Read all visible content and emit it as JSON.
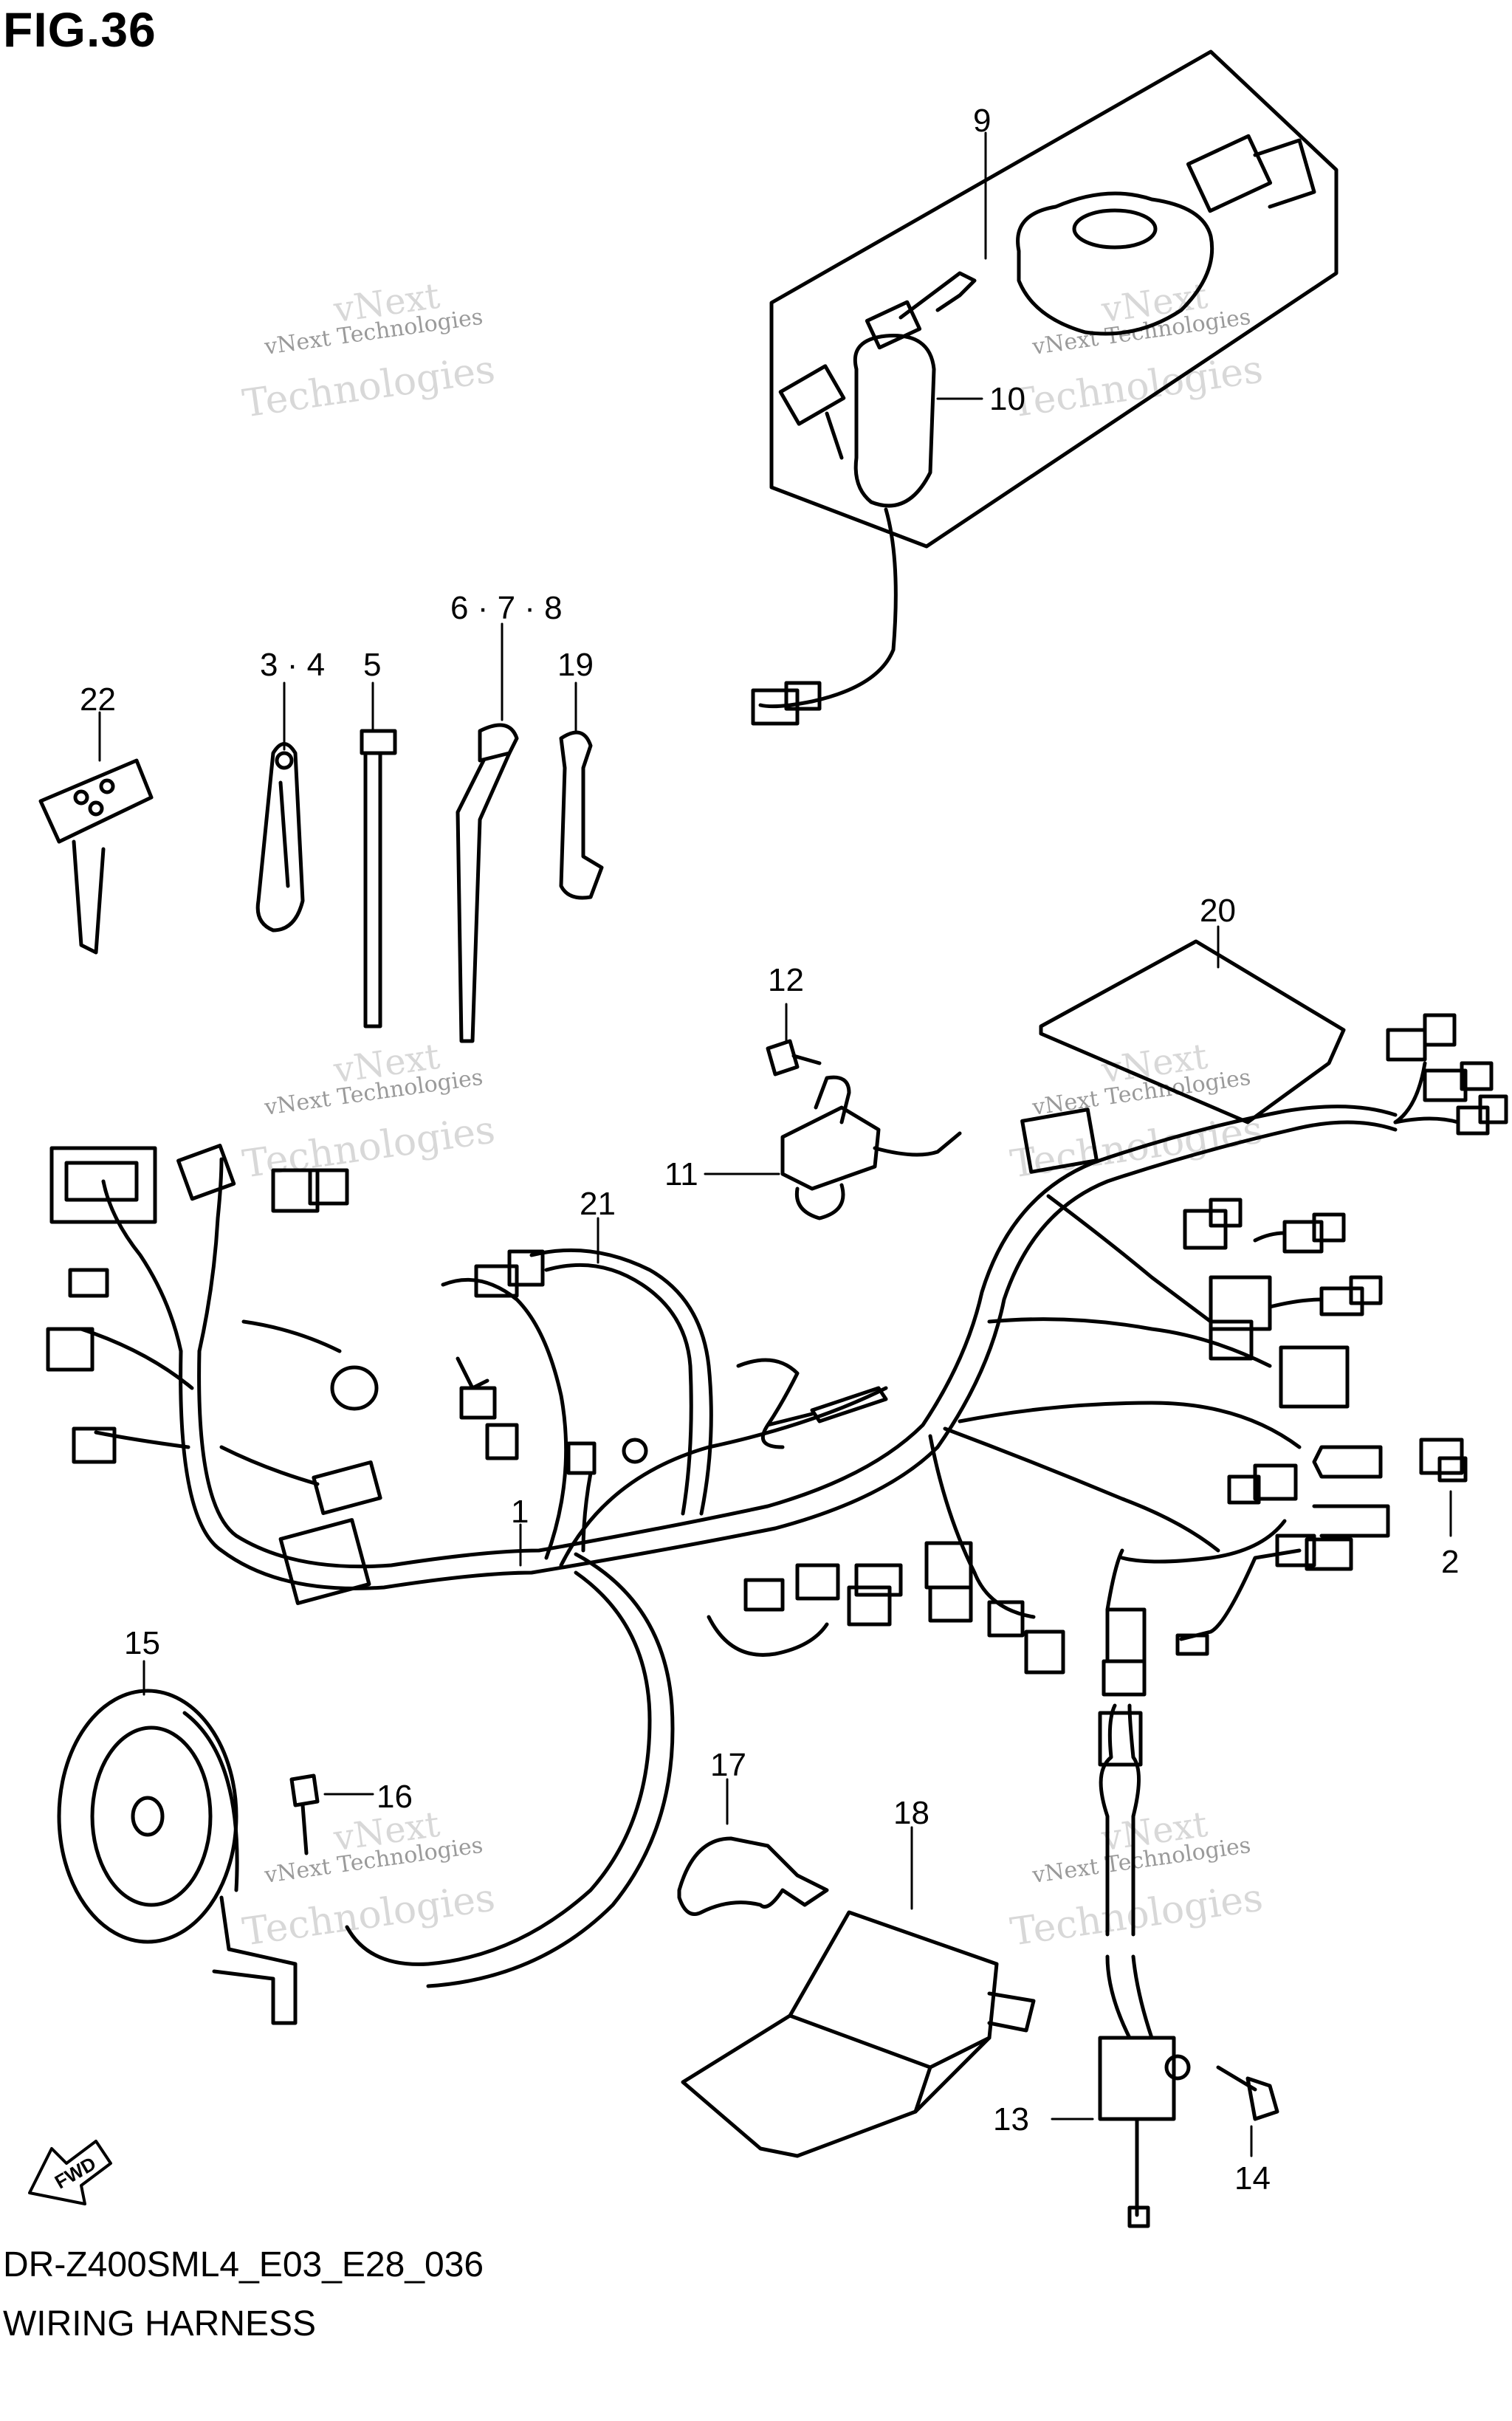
{
  "figure_title": "FIG.36",
  "diagram_code": "DR-Z400SML4_E03_E28_036",
  "diagram_name": "WIRING HARNESS",
  "watermark": {
    "line1": "vNext Technologies",
    "line2": "vNext",
    "line3": "Technologies"
  },
  "fwd_label": "FWD",
  "callouts": {
    "c1": "1",
    "c2": "2",
    "c3_4": "3 · 4",
    "c5": "5",
    "c6_7_8": "6 · 7 · 8",
    "c9": "9",
    "c10": "10",
    "c11": "11",
    "c12": "12",
    "c13": "13",
    "c14": "14",
    "c15": "15",
    "c16": "16",
    "c17": "17",
    "c18": "18",
    "c19": "19",
    "c20": "20",
    "c21": "21",
    "c22": "22"
  }
}
